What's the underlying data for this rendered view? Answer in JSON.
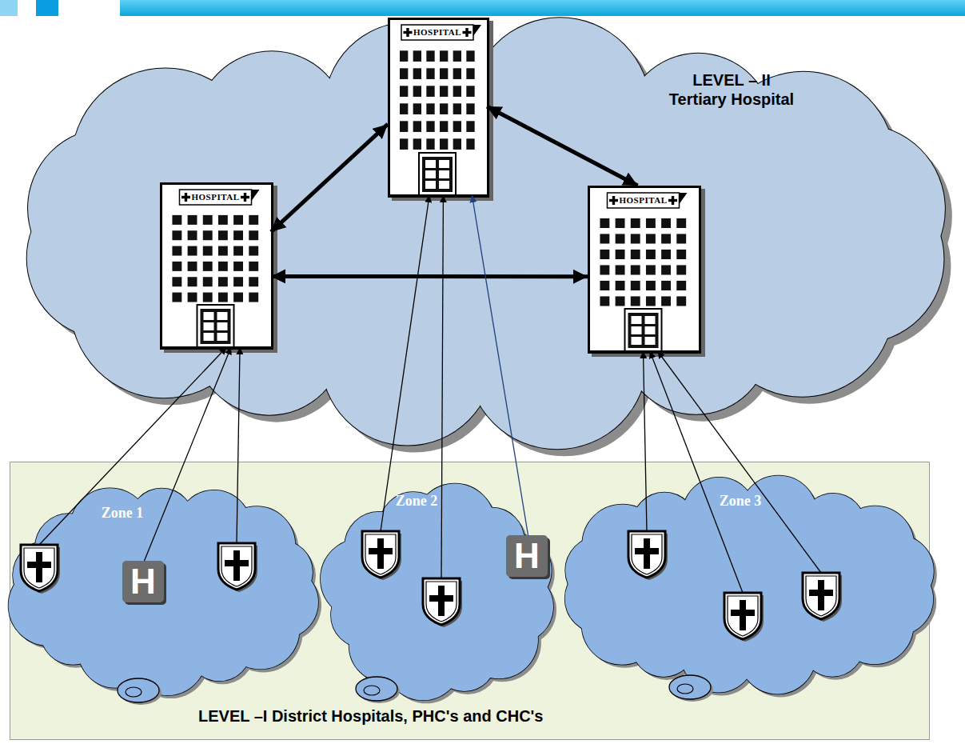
{
  "diagram": {
    "nodes": [
      {
        "text": [
          "LEVEL – II Tertiary Hospital"
        ]
      },
      {
        "text": [
          "HOSPITAL"
        ],
        "in": 0
      },
      {
        "text": [
          "HOSPITAL"
        ],
        "in": 0
      },
      {
        "text": [
          "HOSPITAL"
        ],
        "in": 0
      },
      {
        "text": [
          "LEVEL –I District Hospitals, PHC's and CHC's"
        ]
      },
      {
        "text": [
          "Zone 1"
        ],
        "in": 4
      },
      {
        "text": [
          "H"
        ],
        "in": 5
      },
      {
        "text": [
          "Zone 2"
        ],
        "in": 4
      },
      {
        "text": [
          "H"
        ],
        "in": 7
      },
      {
        "text": [
          "Zone 3"
        ],
        "in": 4
      }
    ],
    "edges": [
      {
        "from": 1,
        "to": 2,
        "arrow": "both"
      },
      {
        "from": 1,
        "to": 3,
        "arrow": "both"
      },
      {
        "from": 2,
        "to": 3,
        "arrow": "both"
      },
      {
        "from": 5,
        "to": 2,
        "arrow": "to"
      },
      {
        "from": 5,
        "to": 2,
        "arrow": "to"
      },
      {
        "from": 6,
        "to": 2,
        "arrow": "to"
      },
      {
        "from": 7,
        "to": 1,
        "arrow": "to"
      },
      {
        "from": 7,
        "to": 1,
        "arrow": "to"
      },
      {
        "from": 8,
        "to": 1,
        "arrow": "to"
      },
      {
        "from": 9,
        "to": 3,
        "arrow": "to"
      },
      {
        "from": 9,
        "to": 3,
        "arrow": "to"
      },
      {
        "from": 9,
        "to": 3,
        "arrow": "to"
      }
    ]
  }
}
